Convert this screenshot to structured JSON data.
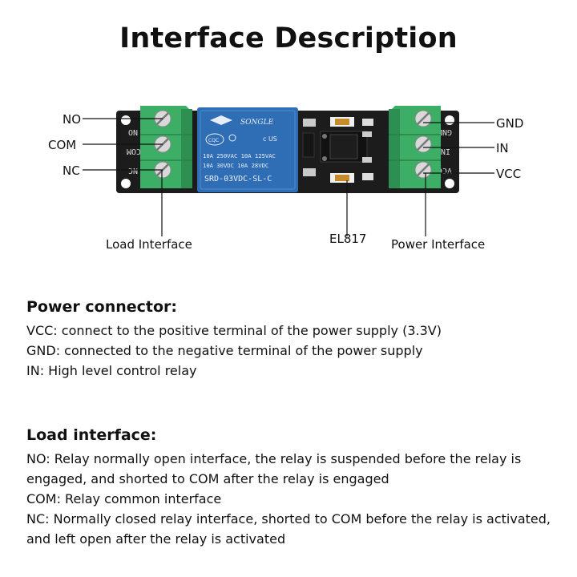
{
  "title": "Interface Description",
  "diagram": {
    "left_labels": [
      "NO",
      "COM",
      "NC"
    ],
    "right_labels": [
      "GND",
      "IN",
      "VCC"
    ],
    "bottom_labels": {
      "load": "Load Interface",
      "optocoupler": "EL817",
      "power": "Power Interface"
    },
    "relay": {
      "brand": "SONGLE",
      "line1": "10A 250VAC  10A 125VAC",
      "line2": "10A  30VDC  10A  28VDC",
      "model": "SRD-03VDC-SL-C",
      "cqc": "CQC",
      "ul": "c US"
    },
    "silkscreen_left": [
      "NO",
      "COM",
      "NC"
    ],
    "silkscreen_right": [
      "GND",
      "IN",
      "VCC"
    ]
  },
  "power_section": {
    "heading": "Power connector:",
    "lines": [
      "VCC: connect to the positive terminal of the power supply (3.3V)",
      "GND: connected to the negative terminal of the power supply",
      "IN: High level control relay"
    ]
  },
  "load_section": {
    "heading": "Load interface:",
    "lines": [
      "NO: Relay normally open interface, the relay is suspended before the relay is engaged, and shorted to COM after the relay is engaged",
      "COM: Relay common interface",
      "NC: Normally closed relay interface, shorted to COM before the relay is activated, and left open after the relay is activated"
    ]
  },
  "colors": {
    "pcb": "#1c1c1c",
    "terminal": "#3cae66",
    "relay": "#2f6db5"
  }
}
